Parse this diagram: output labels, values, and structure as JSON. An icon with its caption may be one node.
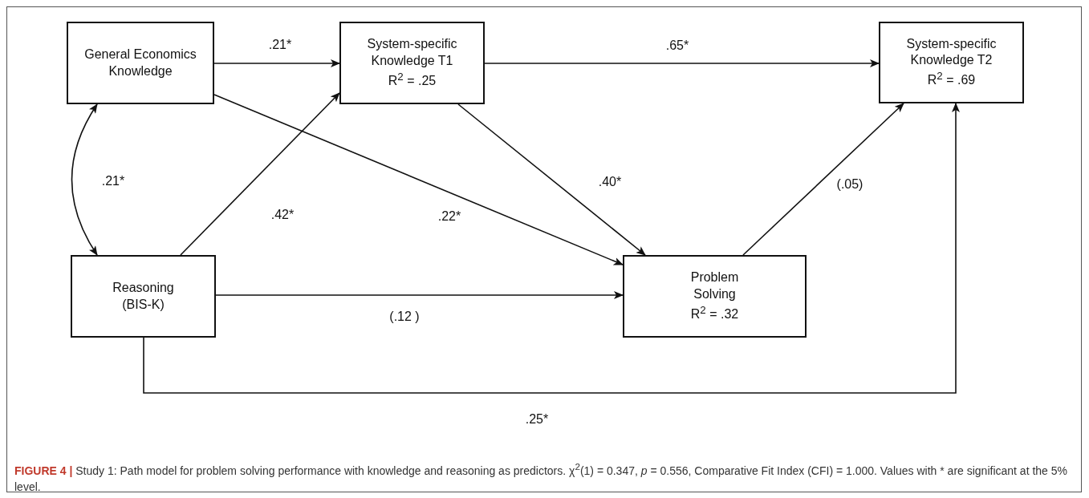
{
  "diagram": {
    "caption": "**FIGURE 4 |** Study 1: Path model for problem solving performance with knowledge and reasoning as predictors. χ$^{2}$(1) = 0.347, *p* = 0.556, Comparative Fit Index (CFI) = 1.000. Values with * are significant at the 5% level.",
    "nodes": [
      {
        "text": [
          "General Economics Knowledge"
        ]
      },
      {
        "text": [
          "System-specific Knowledge T1",
          "R$^{2}$ = .25"
        ]
      },
      {
        "text": [
          "System-specific Knowledge T2",
          "R$^{2}$ = .69"
        ]
      },
      {
        "text": [
          "Reasoning (BIS-K)"
        ]
      },
      {
        "text": [
          "Problem Solving",
          "R$^{2}$ = .32"
        ]
      }
    ],
    "edges": [
      {
        "from": 0,
        "to": 1,
        "arrow": "to",
        "label": ".21*"
      },
      {
        "from": 1,
        "to": 2,
        "arrow": "to",
        "label": ".65*"
      },
      {
        "from": 0,
        "to": 3,
        "arrow": "both",
        "label": ".21*"
      },
      {
        "from": 3,
        "to": 1,
        "arrow": "to",
        "label": ".42*"
      },
      {
        "from": 0,
        "to": 4,
        "arrow": "to",
        "label": ".22*"
      },
      {
        "from": 1,
        "to": 4,
        "arrow": "to",
        "label": ".40*"
      },
      {
        "from": 4,
        "to": 2,
        "arrow": "to",
        "label": "(.05)"
      },
      {
        "from": 3,
        "to": 4,
        "arrow": "to",
        "label": "(.12 )"
      },
      {
        "from": 3,
        "to": 2,
        "arrow": "to",
        "label": ".25*"
      }
    ]
  }
}
